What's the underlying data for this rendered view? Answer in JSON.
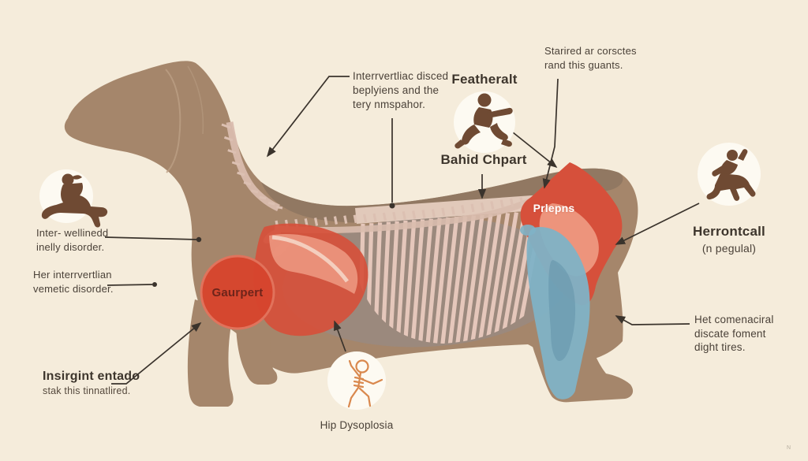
{
  "figure": {
    "description": "Stylized dachshund dog health infographic with highlighted spine, ribs, shoulder and hip problem areas",
    "colors": {
      "background": "#f5ecdb",
      "dog_body": "#a5866b",
      "dog_back_band": "#8d7660",
      "belly_gray": "#9a8a7f",
      "spine_pink": "#d9bcae",
      "rib_pink": "#e5c7bb",
      "lesion_red": "#d6503b",
      "lesion_red_circle": "#d7452e",
      "lesion_salmon": "#ef9b84",
      "joint_blue": "#7fb2c6",
      "joint_blue_dark": "#6596ab",
      "icon_brown": "#6f4a33",
      "icon_orange": "#d9884d",
      "text": "#4a4138",
      "arrow": "#3a332c"
    },
    "icons": {
      "left_circle": "dog-rider-icon",
      "top_circle": "crouching-figure-icon",
      "right_circle": "running-centaur-icon",
      "bottom_circle": "skeleton-figure-icon"
    }
  },
  "labels": {
    "starired": {
      "line1": "Starired ar corsctes",
      "line2": "rand this guants."
    },
    "intervert": {
      "line1": "Interrvertliac disced",
      "line2": "beplyiens and the",
      "line3": "tery nmspahor."
    },
    "featheralt": "Featheralt",
    "bahid_chpart": "Bahid Chpart",
    "prlepns": "Prlepns",
    "herrontcall": "Herrontcall",
    "herrontcall_sub": "(n pegulal)",
    "inter_well": {
      "line1": "Inter- wellinedd",
      "line2": "inelly disorder."
    },
    "her_inter": {
      "line1": "Her interrvertlian",
      "line2": "vemetic disorder."
    },
    "gaurpert": "Gaurpert",
    "insirgint": {
      "line1": "Insirgint entado",
      "line2": "stak this tinnatlired."
    },
    "hip_dysplasia": "Hip Dysoplosia",
    "het_com": {
      "line1": "Het comenaciral",
      "line2": "discate foment",
      "line3": "dight tires."
    },
    "watermark": "N"
  }
}
